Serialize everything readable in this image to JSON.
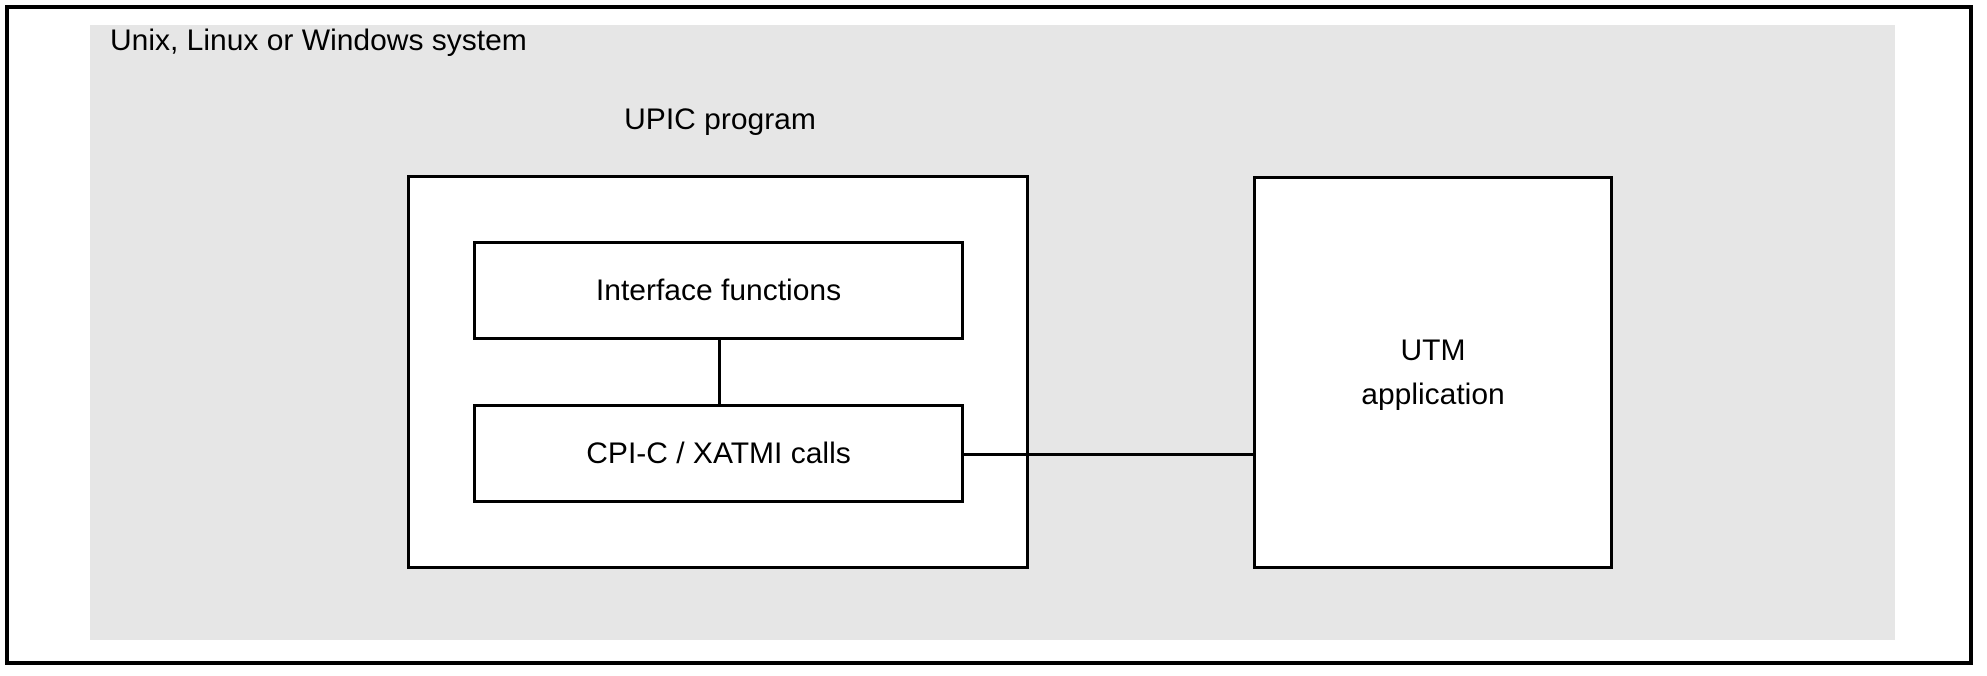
{
  "figure": {
    "type": "block-diagram",
    "background_color": "#ffffff",
    "panel_color": "#e6e6e6",
    "line_color": "#000000"
  },
  "system": {
    "label": "Unix, Linux or Windows system"
  },
  "upic": {
    "caption": "UPIC program",
    "components": [
      {
        "label": "Interface functions"
      },
      {
        "label": "CPI-C / XATMI calls"
      }
    ]
  },
  "utm": {
    "line1": "UTM",
    "line2": "application"
  },
  "connectors": [
    {
      "from": "Interface functions",
      "to": "CPI-C / XATMI calls",
      "orientation": "vertical"
    },
    {
      "from": "CPI-C / XATMI calls",
      "to": "UTM application",
      "orientation": "horizontal"
    }
  ]
}
